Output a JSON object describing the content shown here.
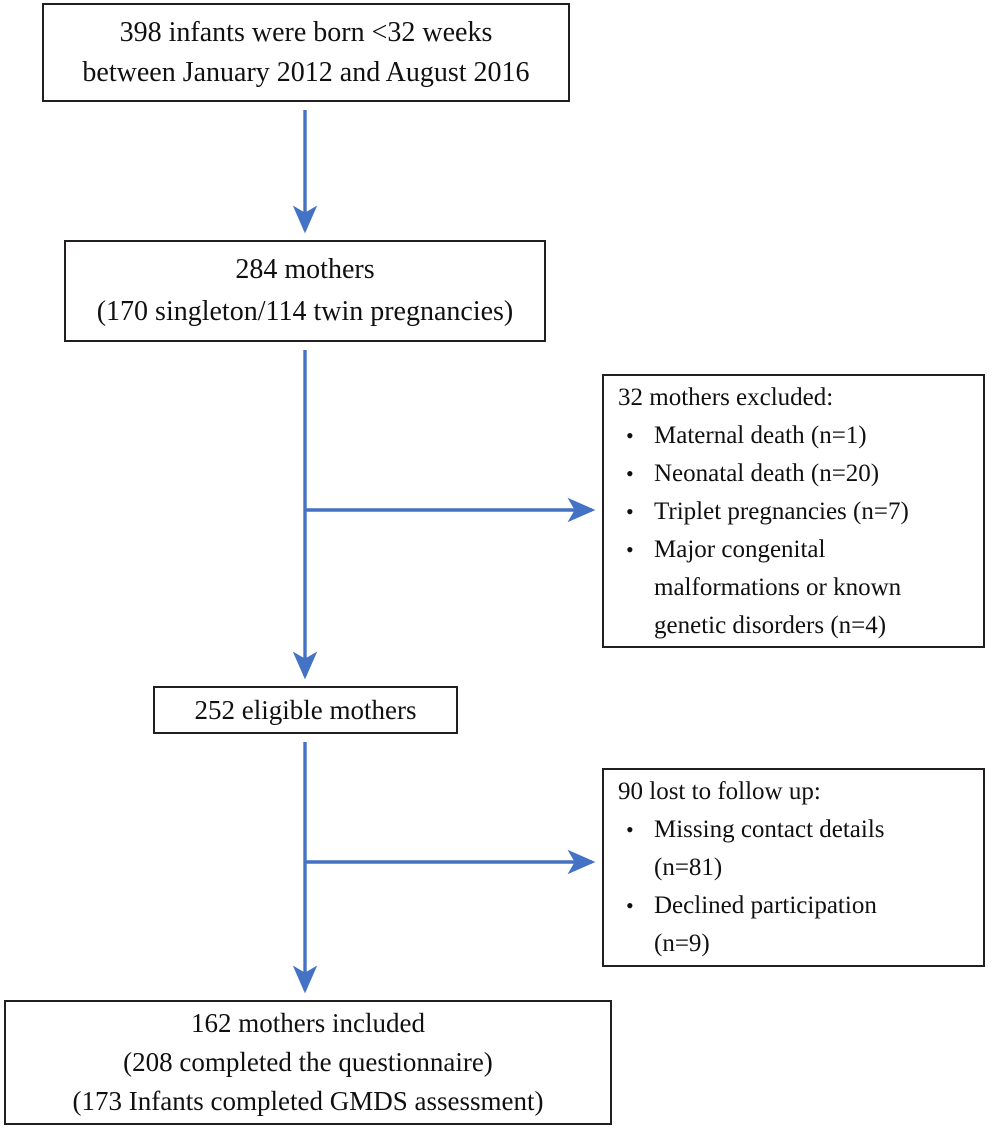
{
  "diagram": {
    "type": "study-flow-diagram",
    "accent_color": "#4472C4",
    "box_border_color": "#231f20",
    "background_color": "#ffffff",
    "nodes": {
      "births": {
        "lines": [
          "398 infants  were born <32 weeks",
          "between January  2012 and August  2016"
        ]
      },
      "mothers": {
        "lines": [
          "284 mothers",
          "(170 singleton/114  twin  pregnancies)"
        ]
      },
      "excluded": {
        "heading": "32 mothers  excluded:",
        "items": [
          {
            "text": "Maternal  death (n=1)",
            "cont": ""
          },
          {
            "text": "Neonatal  death (n=20)",
            "cont": ""
          },
          {
            "text": "Triplet  pregnancies  (n=7)",
            "cont": ""
          },
          {
            "text": "Major congenital",
            "cont": "malformations  or known",
            "cont2": "genetic  disorders  (n=4)"
          }
        ]
      },
      "eligible": {
        "lines": [
          "252 eligible  mothers"
        ]
      },
      "lost": {
        "heading": "90 lost  to follow  up:",
        "items": [
          {
            "text": "Missing  contact  details",
            "cont": "(n=81)"
          },
          {
            "text": "Declined  participation",
            "cont": "(n=9)"
          }
        ]
      },
      "included": {
        "lines": [
          "162 mothers  included",
          "(208 completed  the  questionnaire)",
          "(173 Infants  completed  GMDS assessment)"
        ]
      }
    },
    "connectors": [
      {
        "name": "births-to-mothers",
        "kind": "vertical-arrow"
      },
      {
        "name": "mothers-to-eligible",
        "kind": "vertical-arrow"
      },
      {
        "name": "mothers-to-excluded",
        "kind": "horizontal-branch-arrow"
      },
      {
        "name": "eligible-to-included",
        "kind": "vertical-arrow"
      },
      {
        "name": "eligible-to-lost",
        "kind": "horizontal-branch-arrow"
      }
    ]
  }
}
